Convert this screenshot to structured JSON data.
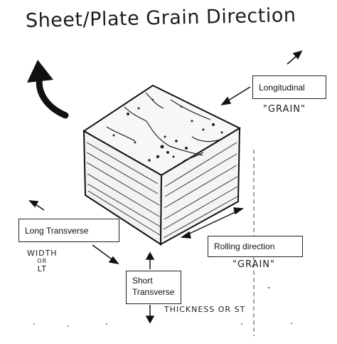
{
  "title": "Sheet/Plate Grain Direction",
  "labels": {
    "longitudinal": "Longitudinal",
    "long_transverse": "Long Transverse",
    "rolling_direction": "Rolling direction",
    "short_transverse": "Short Transverse"
  },
  "notes": {
    "grain_top": "\"GRAIN\"",
    "grain_bottom": "\"GRAIN\"",
    "width_line1": "WIDTH",
    "width_line2": "OR",
    "width_line3": "LT",
    "thickness": "THICKNESS OR ST"
  },
  "colors": {
    "ink": "#1a1a1a",
    "paper": "#ffffff"
  }
}
